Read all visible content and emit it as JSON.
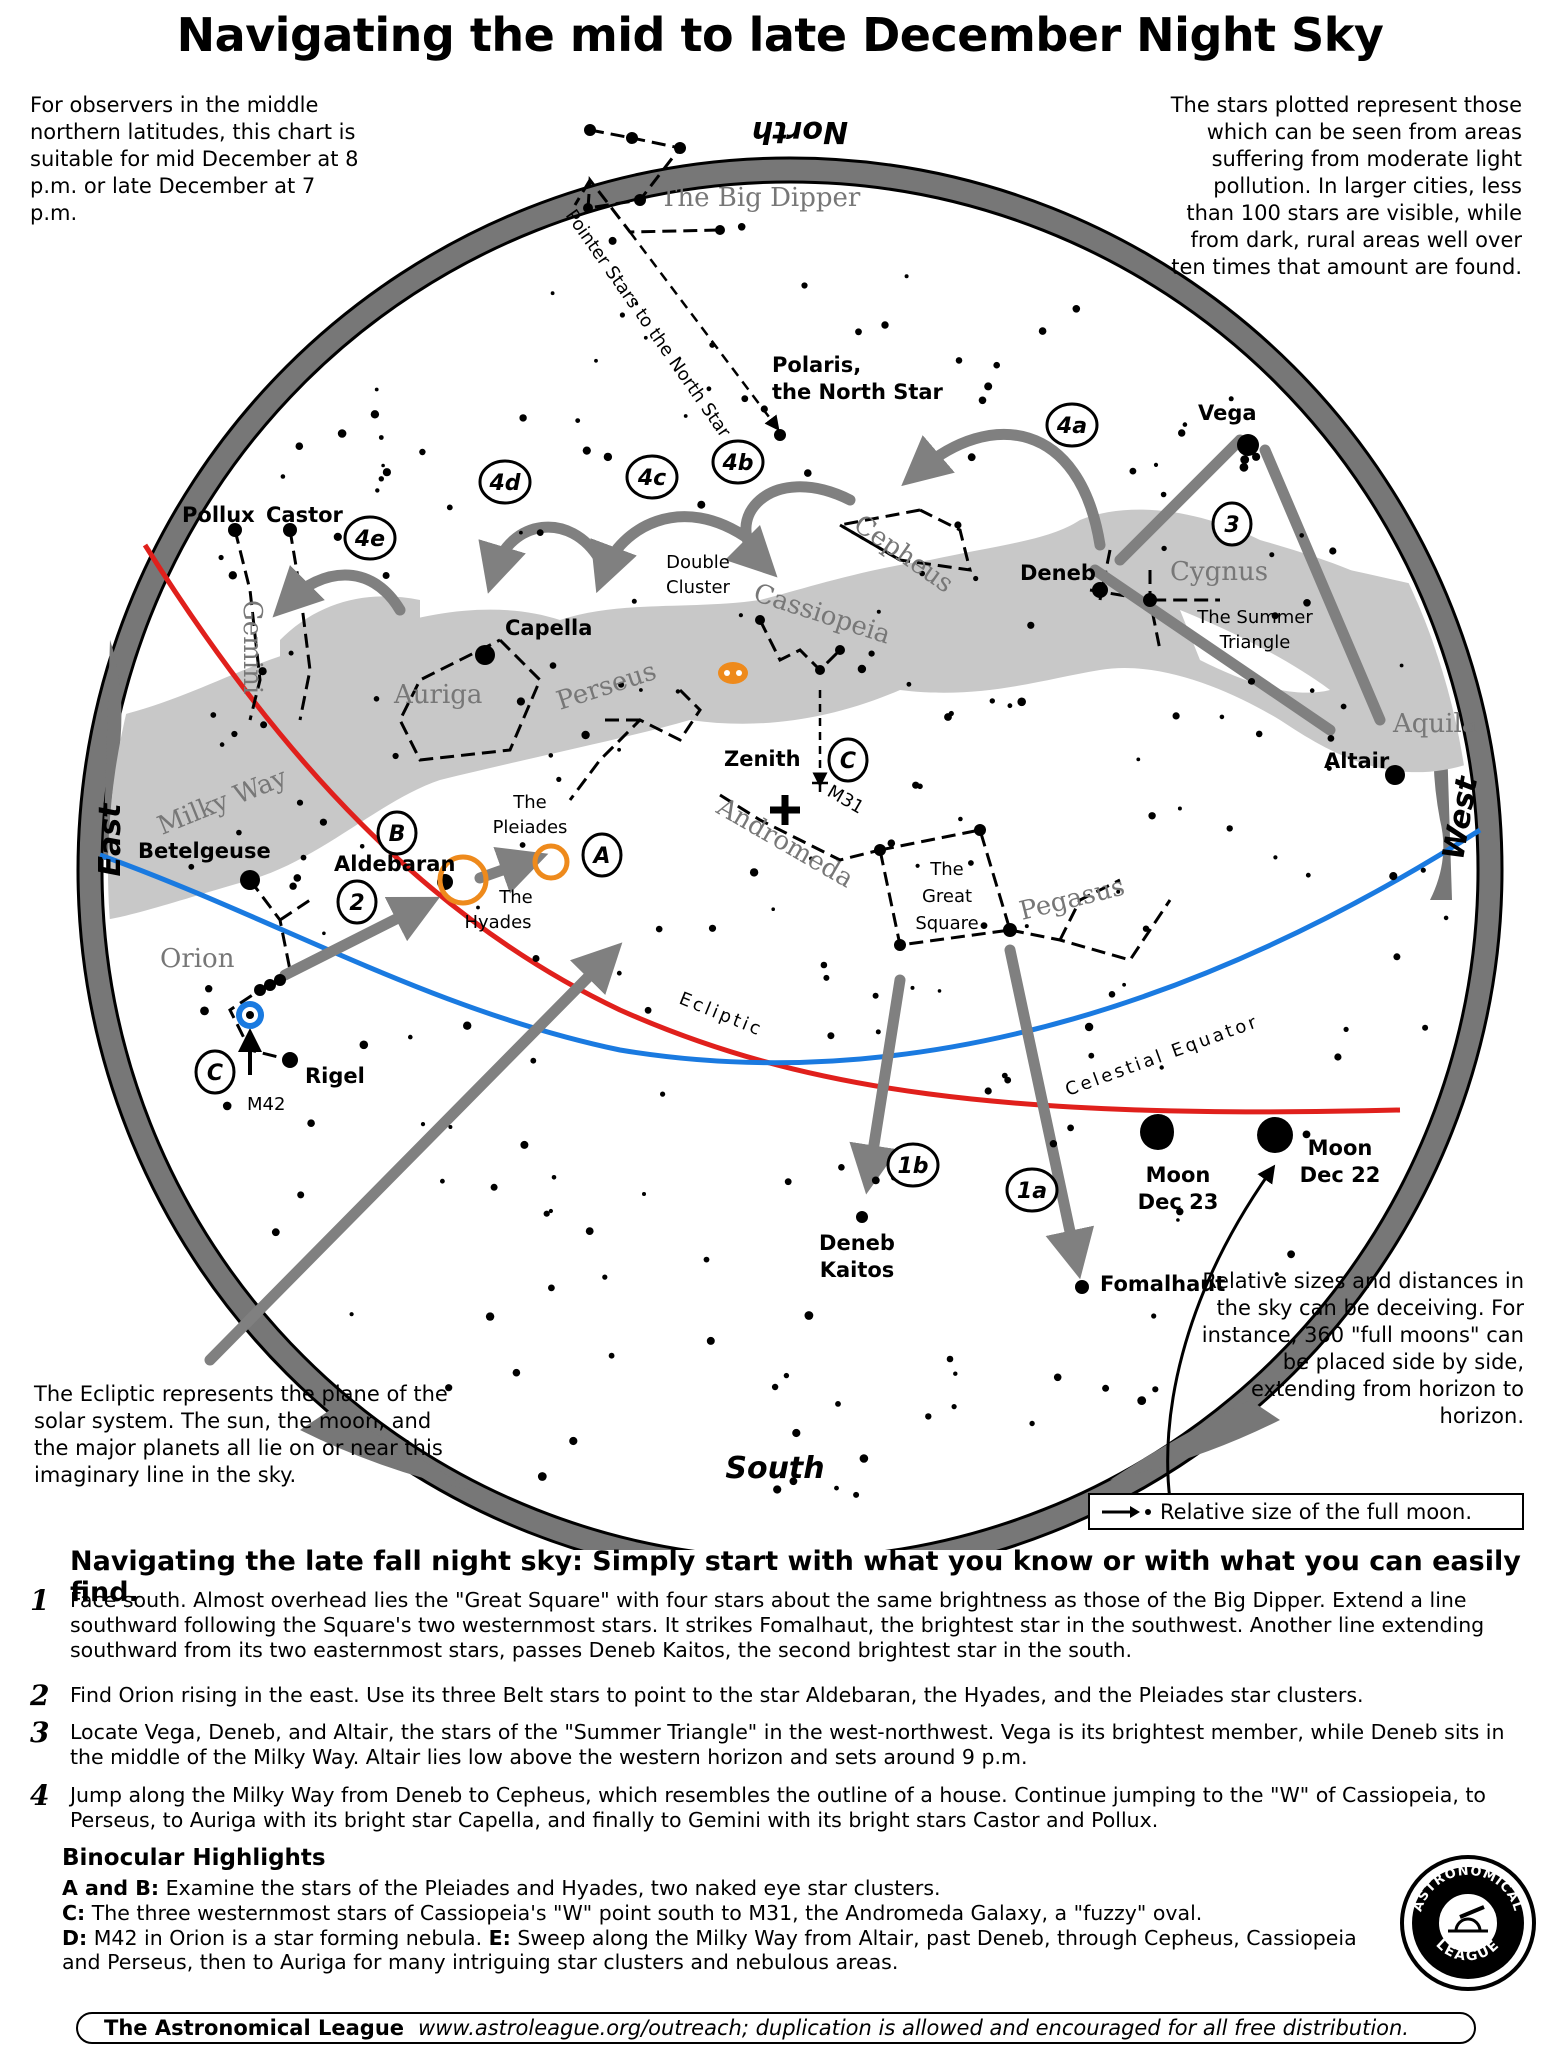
{
  "title": "Navigating the mid to late December Night Sky",
  "notes": {
    "top_left": "For observers in the middle northern latitudes, this chart is suitable for mid December at 8 p.m. or late December at 7 p.m.",
    "top_right": "The stars plotted represent those which can be seen from areas suffering from moderate light pollution. In larger cities, less than 100 stars are visible, while from dark, rural areas well over ten times that amount are found.",
    "ecliptic": "The Ecliptic represents the plane of the solar system. The sun, the moon, and the major planets all lie on or near this imaginary line in the sky.",
    "sizes": "Relative sizes and distances in the sky can be deceiving. For instance, 360 \"full moons\" can be placed side by side, extending from horizon to horizon.",
    "moon_key": "Relative size of the full moon."
  },
  "directions": {
    "north": "North",
    "south": "South",
    "east": "East",
    "west": "West",
    "zenith": "Zenith"
  },
  "lines": {
    "ecliptic": "Ecliptic",
    "equator": "Celestial Equator",
    "milky_way": "Milky Way",
    "pointer": "Pointer Stars to the North Star"
  },
  "constellations": {
    "big_dipper": "The Big Dipper",
    "cepheus": "Cepheus",
    "cygnus": "Cygnus",
    "cassiopeia": "Cassiopeia",
    "perseus": "Perseus",
    "auriga": "Auriga",
    "gemini": "Gemini",
    "orion": "Orion",
    "andromeda": "Andromeda",
    "pegasus": "Pegasus",
    "aquila": "Aquila",
    "great_square": [
      "The",
      "Great",
      "Square"
    ],
    "summer_triangle": [
      "The Summer",
      "Triangle"
    ]
  },
  "stars": {
    "polaris": [
      "Polaris,",
      "the North Star"
    ],
    "vega": "Vega",
    "deneb": "Deneb",
    "altair": "Altair",
    "capella": "Capella",
    "pollux": "Pollux",
    "castor": "Castor",
    "betelgeuse": "Betelgeuse",
    "rigel": "Rigel",
    "aldebaran": "Aldebaran",
    "deneb_kaitos": [
      "Deneb",
      "Kaitos"
    ],
    "fomalhaut": "Fomalhaut"
  },
  "objects": {
    "double_cluster": [
      "Double",
      "Cluster"
    ],
    "pleiades": [
      "The",
      "Pleiades"
    ],
    "hyades": [
      "The",
      "Hyades"
    ],
    "m31": "M31",
    "m42": "M42",
    "moon1": [
      "Moon",
      "Dec 23"
    ],
    "moon2": [
      "Moon",
      "Dec 22"
    ]
  },
  "markers": [
    "1a",
    "1b",
    "2",
    "3",
    "4a",
    "4b",
    "4c",
    "4d",
    "4e",
    "A",
    "B",
    "C",
    "C"
  ],
  "colors": {
    "ecliptic": "#e0201c",
    "equator": "#1a7ae0",
    "milky_way": "#c8c8c8",
    "horizon": "#777777",
    "cluster": "#ee8a1c",
    "arrow": "#808080"
  },
  "nav": {
    "title": "Navigating the late fall night sky: Simply start with what you know or with what you can easily find.",
    "steps": [
      {
        "num": "1",
        "text": "Face south. Almost overhead lies the \"Great Square\" with four stars about the same brightness as those of the Big Dipper. Extend a line southward following the Square's two westernmost stars. It strikes Fomalhaut, the brightest star in the southwest. Another line extending southward from its two easternmost stars, passes Deneb Kaitos, the second brightest star in the south."
      },
      {
        "num": "2",
        "text": "Find Orion rising in the east. Use its three Belt stars to point to the star Aldebaran, the Hyades, and the Pleiades star clusters."
      },
      {
        "num": "3",
        "text": "Locate Vega, Deneb, and Altair, the stars of the \"Summer Triangle\" in the west-northwest. Vega is its brightest member, while Deneb sits in the middle of the Milky Way. Altair lies low above the western horizon and sets around 9 p.m."
      },
      {
        "num": "4",
        "text": "Jump along the Milky Way from Deneb to Cepheus, which resembles the outline of a house. Continue jumping to the \"W\" of Cassiopeia, to Perseus, to Auriga with its bright star Capella, and finally to Gemini with its bright stars Castor and Pollux."
      }
    ]
  },
  "binocular": {
    "title": "Binocular Highlights",
    "items": [
      {
        "key": "A and B:",
        "text": " Examine the stars of the Pleiades and Hyades, two naked eye star clusters."
      },
      {
        "key": "C:",
        "text": " The three westernmost stars of Cassiopeia's \"W\" point south to M31, the Andromeda Galaxy, a \"fuzzy\" oval."
      },
      {
        "key": "D:",
        "text": " M42 in Orion is a star forming nebula. ",
        "key2": "E:",
        "text2": " Sweep along the Milky Way from Altair, past Deneb, through Cepheus, Cassiopeia and Perseus, then to Auriga for many intriguing star clusters and nebulous areas."
      }
    ]
  },
  "footer": {
    "org": "The Astronomical League",
    "url": "www.astroleague.org/outreach; duplication is allowed and encouraged for all free distribution."
  },
  "logo": {
    "top": "ASTRONOMICAL",
    "bottom": "LEAGUE"
  }
}
